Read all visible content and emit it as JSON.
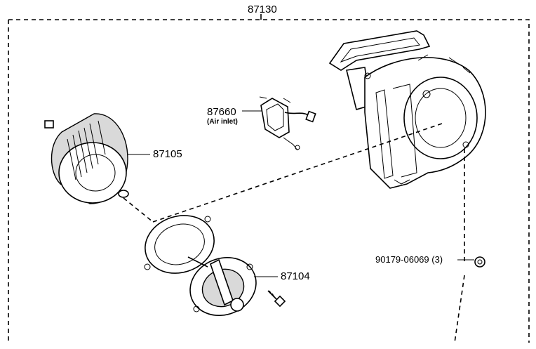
{
  "diagram": {
    "assembly_label": "87130",
    "parts": [
      {
        "id": "87105",
        "label": "87105"
      },
      {
        "id": "87660",
        "label": "87660",
        "sub": "(Air inlet)"
      },
      {
        "id": "87104",
        "label": "87104"
      },
      {
        "id": "90179",
        "label": "90179-06069 (3)"
      }
    ]
  }
}
